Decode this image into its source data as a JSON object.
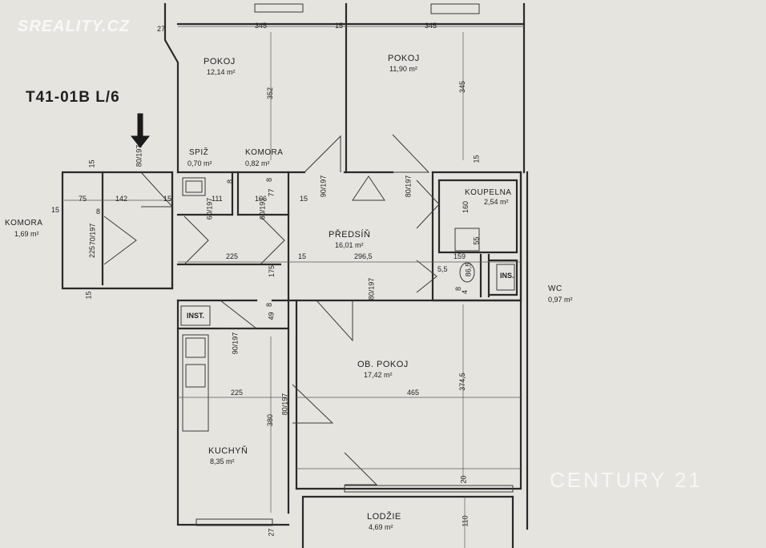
{
  "watermark_top": "SREALITY.CZ",
  "watermark_bottom": "CENTURY 21",
  "plan_code": "T41-01B L/6",
  "rooms": {
    "pokoj_left": {
      "name": "POKOJ",
      "area": "12,14 m²"
    },
    "pokoj_right": {
      "name": "POKOJ",
      "area": "11,90 m²"
    },
    "spiz": {
      "name": "SPIŽ",
      "area": "0,70 m²"
    },
    "komora_small": {
      "name": "KOMORA",
      "area": "0,82 m²"
    },
    "komora_left": {
      "name": "KOMORA",
      "area": "1,69 m²"
    },
    "koupelna": {
      "name": "KOUPELNA",
      "area": "2,54 m²"
    },
    "predsin": {
      "name": "PŘEDSÍŇ",
      "area": "16,01 m²"
    },
    "wc": {
      "name": "WC",
      "area": "0,97 m²"
    },
    "ob_pokoj": {
      "name": "OB. POKOJ",
      "area": "17,42 m²"
    },
    "kuchyn": {
      "name": "KUCHYŇ",
      "area": "8,35 m²"
    },
    "lodzie": {
      "name": "LODŽIE",
      "area": "4,69 m²"
    }
  },
  "fixtures": {
    "inst1": "INST.",
    "inst2": "INS."
  },
  "dimensions": {
    "d27_top": "27",
    "d345_a": "345",
    "d15_top": "15",
    "d345_b": "345",
    "d352": "352",
    "d345_v": "345",
    "d15_mid": "15",
    "d80_197_a": "80/197",
    "d15_b": "15",
    "d15_c": "15",
    "d75": "75",
    "d142": "142",
    "d15_d": "15",
    "d15_e": "15",
    "d8_a": "8",
    "d111": "111",
    "d106": "106",
    "d8_b": "8",
    "d8_c": "8",
    "d77": "77",
    "d60_197_a": "60/197",
    "d60_197_b": "60/197",
    "d15_f": "15",
    "d90_197_a": "90/197",
    "d80_197_b": "80/197",
    "d160": "160",
    "d70_197": "70/197",
    "d225_v": "225",
    "d225_h": "225",
    "d15_g": "15",
    "d175": "175",
    "d296_5": "296,5",
    "d159": "159",
    "d55": "55",
    "d5_5": "5,5",
    "d86_5": "86,5",
    "d15_h": "15",
    "d8_d": "8",
    "d4": "4",
    "d80_197_c": "80/197",
    "d8_e": "8",
    "d49": "49",
    "d90_197_b": "90/197",
    "d225_k": "225",
    "d80_197_d": "80/197",
    "d380": "380",
    "d465": "465",
    "d374_5": "374,5",
    "d20": "20",
    "d27_bot": "27",
    "d110": "110"
  }
}
